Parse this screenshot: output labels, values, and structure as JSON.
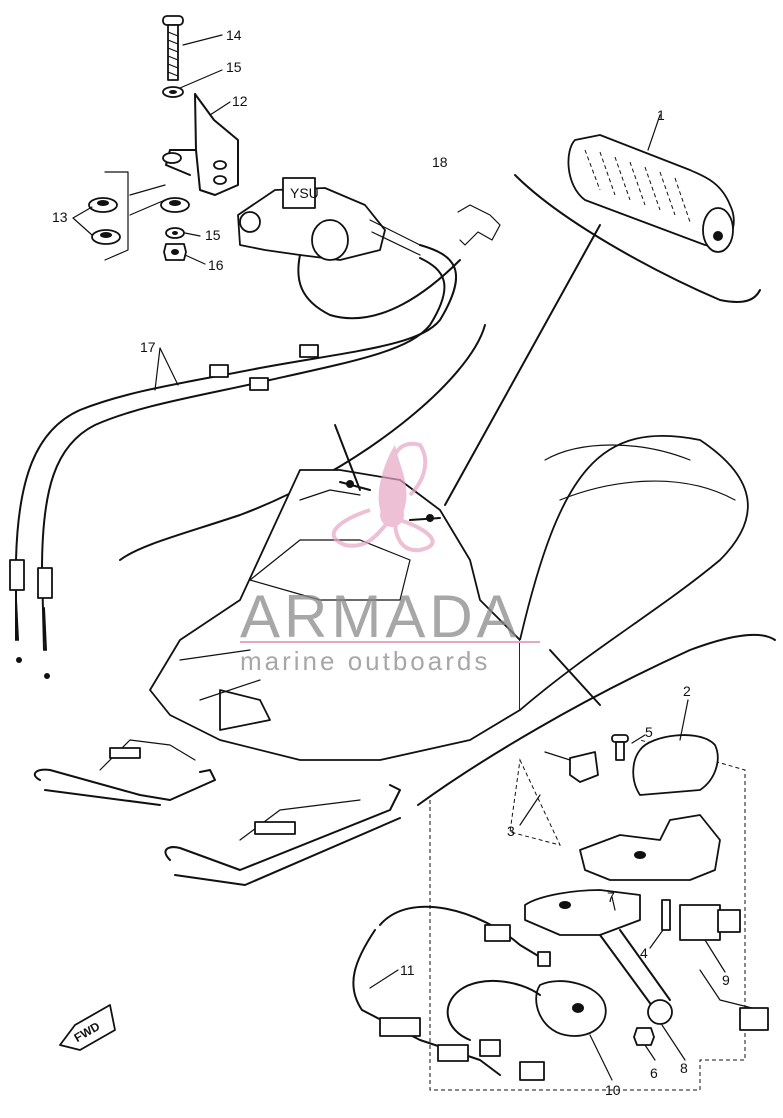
{
  "callouts": {
    "c14": "14",
    "c15a": "15",
    "c12": "12",
    "c13": "13",
    "c15b": "15",
    "c16": "16",
    "c18": "18",
    "c1": "1",
    "c17": "17",
    "c2": "2",
    "c5": "5",
    "c3": "3",
    "c7": "7",
    "c4": "4",
    "c9": "9",
    "c11": "11",
    "c8": "8",
    "c6": "6",
    "c10": "10"
  },
  "direction_label": "FWD",
  "watermark": {
    "title": "ARMADA",
    "subtitle": "marine outboards",
    "color": "#e6a6c6"
  },
  "colors": {
    "ink": "#111111",
    "watermark_text": "#8a8a8a",
    "watermark_logo": "#e6a6c6"
  }
}
